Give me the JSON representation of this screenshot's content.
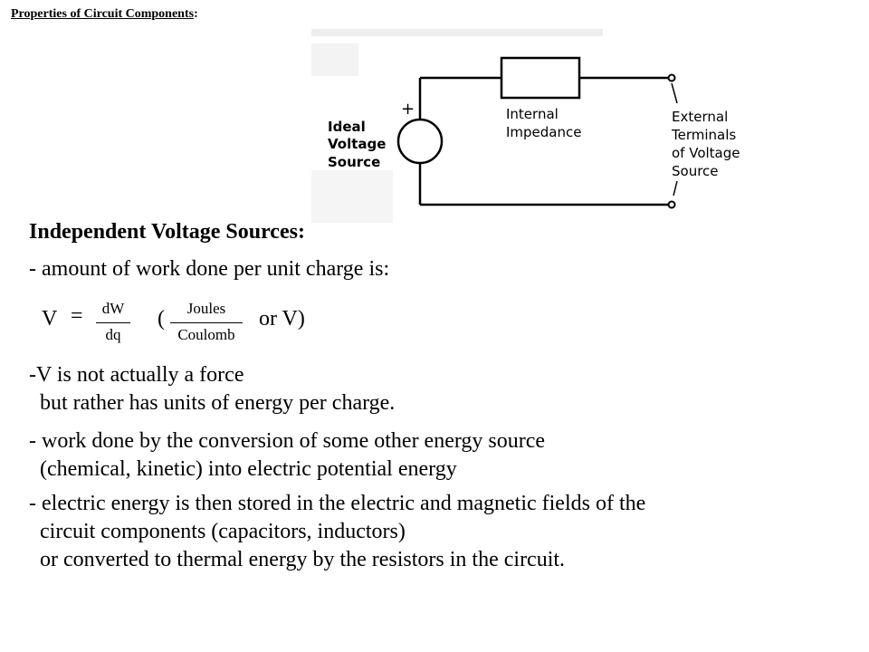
{
  "page": {
    "title_main": "Properties of Circuit Components",
    "title_suffix": ":"
  },
  "diagram": {
    "plus": "+",
    "source_label": [
      "Ideal",
      "Voltage",
      "Source"
    ],
    "impedance_label": [
      "Internal",
      "Impedance"
    ],
    "terminals_label": [
      "External",
      "Terminals",
      "of Voltage",
      "Source"
    ]
  },
  "section": {
    "title_main": "Independent Voltage Sources",
    "title_suffix": ":"
  },
  "body": {
    "line1": "- amount of work done per unit charge is:",
    "formula": {
      "lhs": "V",
      "equals": "=",
      "num": "dW",
      "den": "dq",
      "open": "(",
      "unit_num": "Joules",
      "unit_den": "Coulomb",
      "tail": "or V)"
    },
    "bullet2": [
      "-V is not actually a force",
      "but rather has units of energy per charge."
    ],
    "bullet3": [
      "- work done by the conversion of some other energy source",
      "(chemical, kinetic) into electric potential energy"
    ],
    "bullet4": [
      "- electric energy is then stored in the electric and magnetic fields of the",
      "circuit components (capacitors, inductors)",
      "or converted to thermal energy by the resistors in the circuit."
    ]
  }
}
